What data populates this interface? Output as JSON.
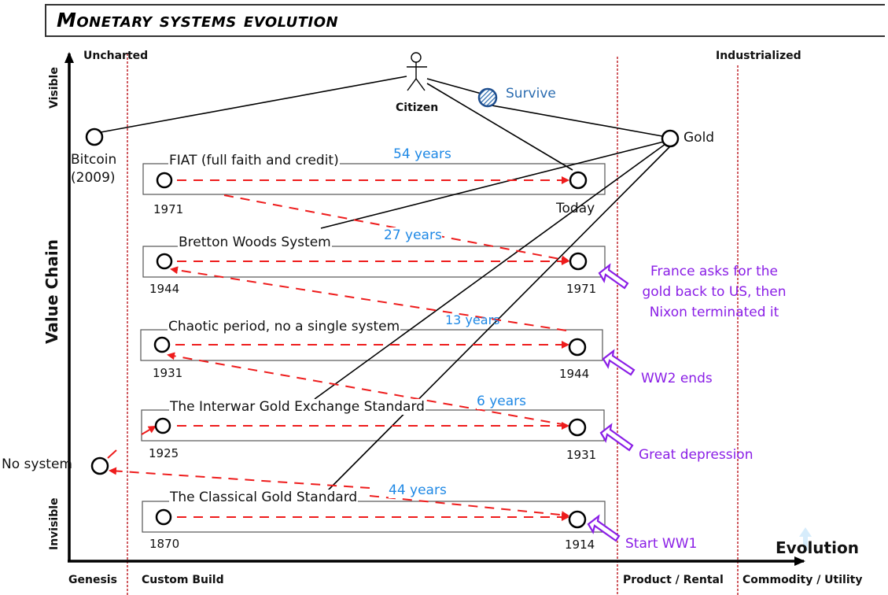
{
  "title": "Monetary systems evolution",
  "axes": {
    "y_label": "Value Chain",
    "y_top": "Visible",
    "y_bottom": "Invisible",
    "x_label": "Evolution"
  },
  "stages_top": [
    "Uncharted",
    "Industrialized"
  ],
  "stages_bottom": [
    "Genesis",
    "Custom Build",
    "Product / Rental",
    "Commodity / Utility"
  ],
  "nodes": {
    "citizen": "Citizen",
    "survive": "Survive",
    "gold": "Gold",
    "bitcoin": "Bitcoin",
    "bitcoin_year": "(2009)",
    "no_system": "No system"
  },
  "systems": [
    {
      "name": "FIAT (full faith and credit)",
      "start": "1971",
      "end": "Today",
      "duration": "54 years"
    },
    {
      "name": "Bretton Woods System",
      "start": "1944",
      "end": "1971",
      "duration": "27 years"
    },
    {
      "name": "Chaotic period, no a single system",
      "start": "1931",
      "end": "1944",
      "duration": "13 years"
    },
    {
      "name": "The Interwar Gold Exchange Standard",
      "start": "1925",
      "end": "1931",
      "duration": "6 years"
    },
    {
      "name": "The Classical Gold Standard",
      "start": "1870",
      "end": "1914",
      "duration": "44 years"
    }
  ],
  "annotations": [
    {
      "lines": [
        "France asks for the",
        "gold back to US, then",
        "Nixon terminated it"
      ]
    },
    {
      "lines": [
        "WW2 ends"
      ]
    },
    {
      "lines": [
        "Great depression"
      ]
    },
    {
      "lines": [
        "Start WW1"
      ]
    }
  ],
  "colors": {
    "duration": "#1e88e5",
    "annotation": "#8a1ee6",
    "flow": "#ee1c1c",
    "stage_divider": "#c0272d",
    "survive_fill": "#2b6cb0"
  }
}
